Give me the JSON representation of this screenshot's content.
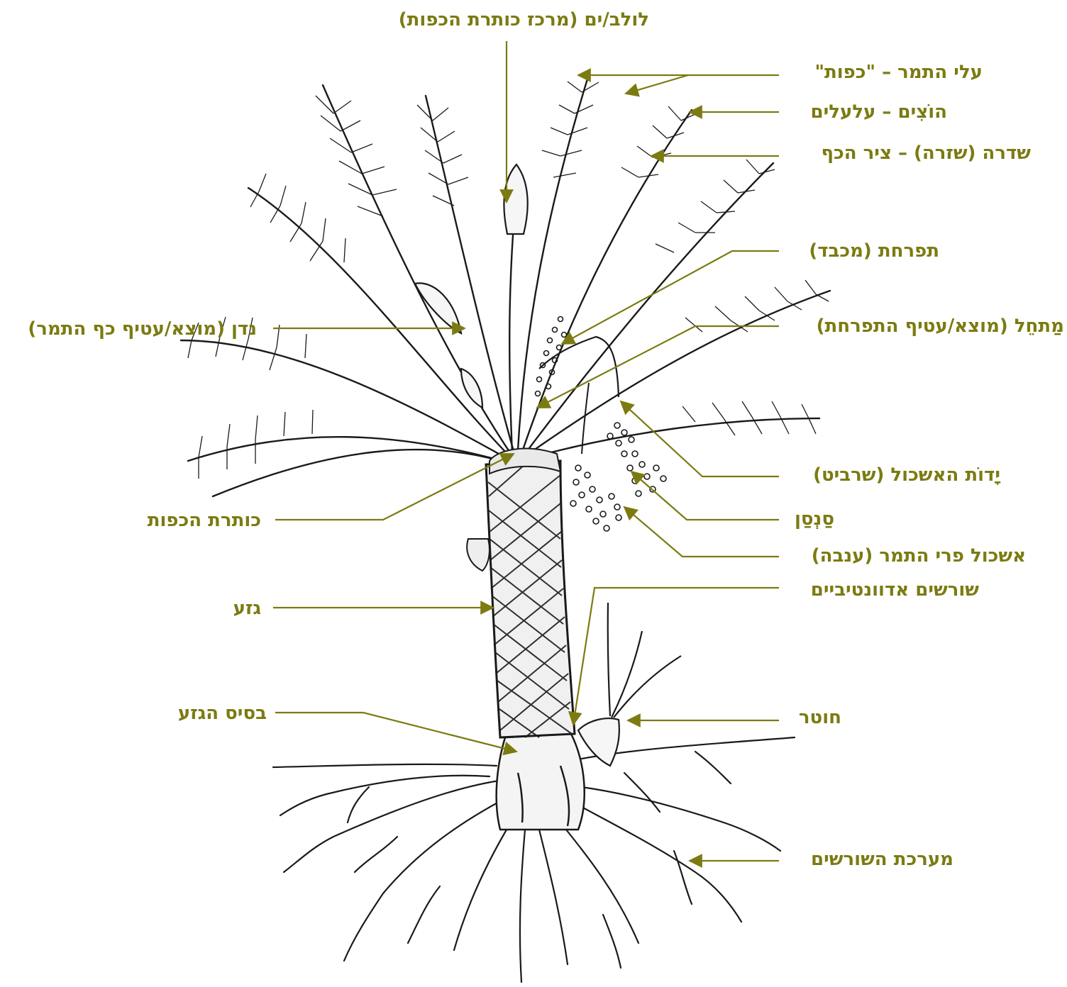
{
  "labels": {
    "lulav": "לולב/ים (מרכז כותרת הכפות)",
    "leaves": "עלי התמר – \"כפות\"",
    "spines": "הוֹצִים  –  עלעלים",
    "midrib": "שדרה (שזרה)  –  ציר הכף",
    "inflorescence": "תפרחת (מכבד)",
    "petiole": "נדן (מוצא/עטיף כף התמר)",
    "spathe": "מַתחֵל (מוצא/עטיף התפרחת)",
    "bunch_stalk": "יָדוֹת האשכול (שרביט)",
    "strand": "סַנְסַן",
    "fruit_bunch": "אשכול פרי התמר (ענבה)",
    "crown": "כותרת הכפות",
    "adventitious_roots": "שורשים אדוונטיביים",
    "trunk": "גזע",
    "trunk_base": "בסיס הגזע",
    "offshoot": "חוטר",
    "root_system": "מערכת השורשים"
  },
  "colors": {
    "label": "#7b7b12",
    "leader": "#7b7b12",
    "ink": "#1a1a1a"
  }
}
